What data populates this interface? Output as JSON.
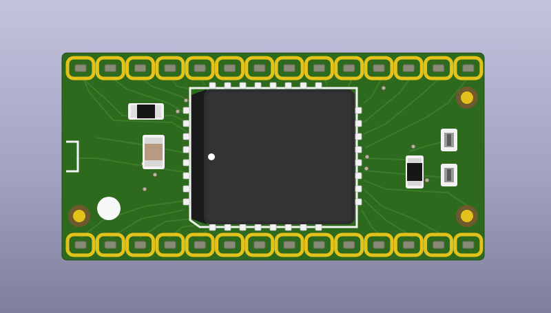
{
  "viewer": {
    "background_top": "#c3c3dd",
    "background_bottom": "#7f7f9b"
  },
  "board": {
    "solder_mask_color": "#2d6a1e",
    "trace_color": "#3d7d2a",
    "pad_color": "#e4c21c",
    "pad_hole_color": "#8a8a78",
    "chip_body_color": "#2e2e30",
    "silkscreen_color": "#f2f2f2",
    "top_header_pins": 14,
    "bottom_header_pins": 14,
    "mounting_holes": 4,
    "qfn_pads_per_side": 8
  }
}
